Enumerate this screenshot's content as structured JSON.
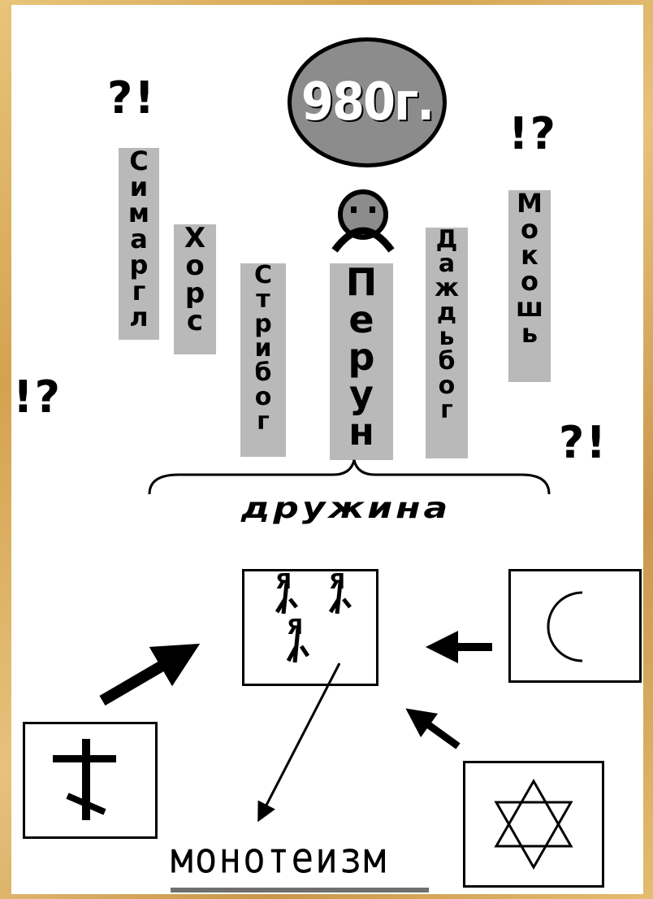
{
  "year": "980г.",
  "punctuation": {
    "top_left": "?!",
    "top_right": "!?",
    "mid_left": "!?",
    "mid_right": "?!"
  },
  "gods": [
    {
      "id": "simargl",
      "name": "Симаргл"
    },
    {
      "id": "khors",
      "name": "Хорс"
    },
    {
      "id": "stribog",
      "name": "Стрибог"
    },
    {
      "id": "perun",
      "name": "Перун"
    },
    {
      "id": "dazhdbog",
      "name": "Даждьбог"
    },
    {
      "id": "mokosh",
      "name": "Мокошь"
    }
  ],
  "druzhina": "дружина",
  "center_letters": [
    "Я",
    "Я",
    "Я"
  ],
  "result": "монотеизм",
  "icons": {
    "sad_face": "frown-face-icon",
    "christianity": "orthodox-cross-icon",
    "islam": "crescent-icon",
    "judaism": "star-of-david-icon"
  },
  "colors": {
    "label_bg": "#b9b9b9",
    "year_bg": "#8c8c8c",
    "frame": "#d9b25e"
  }
}
